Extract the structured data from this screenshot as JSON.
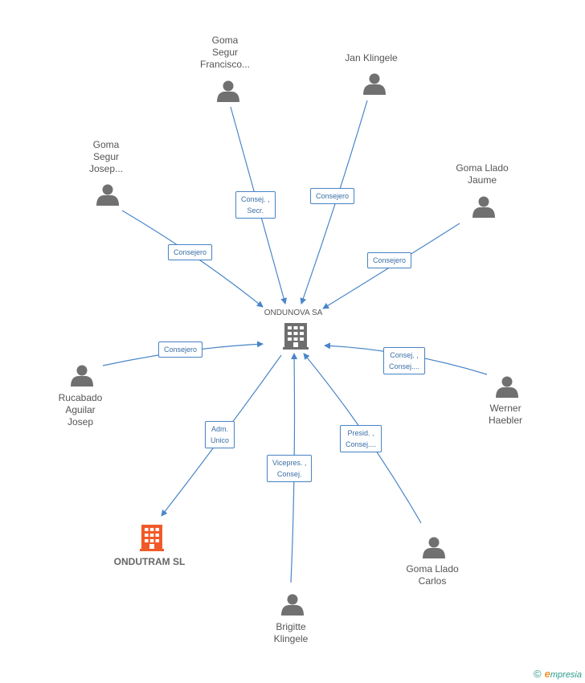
{
  "center": {
    "label": "ONDUNOVA SA"
  },
  "persons": [
    {
      "id": "p1",
      "label": "Goma\nSegur\nFrancisco..."
    },
    {
      "id": "p2",
      "label": "Jan Klingele"
    },
    {
      "id": "p3",
      "label": "Goma\nSegur\nJosep..."
    },
    {
      "id": "p4",
      "label": "Goma Llado\nJaume"
    },
    {
      "id": "p5",
      "label": "Rucabado\nAguilar\nJosep"
    },
    {
      "id": "p6",
      "label": "Werner\nHaebler"
    },
    {
      "id": "p7",
      "label": "Goma Llado\nCarlos"
    },
    {
      "id": "p8",
      "label": "Brigitte\nKlingele"
    }
  ],
  "company": {
    "label": "ONDUTRAM SL"
  },
  "edges": [
    {
      "from": "p1",
      "label": "Consej. ,\nSecr."
    },
    {
      "from": "p2",
      "label": "Consejero"
    },
    {
      "from": "p3",
      "label": "Consejero"
    },
    {
      "from": "p4",
      "label": "Consejero"
    },
    {
      "from": "p5",
      "label": "Consejero"
    },
    {
      "from": "p6",
      "label": "Consej. ,\nConsej...."
    },
    {
      "from": "p7",
      "label": "Presid. ,\nConsej...."
    },
    {
      "from": "p8",
      "label": "Vicepres. ,\nConsej."
    },
    {
      "from": "center",
      "to": "company",
      "label": "Adm.\nUnico"
    }
  ],
  "colors": {
    "edge": "#4a86c8",
    "person": "#707070",
    "center": "#6e6e6e",
    "company": "#f05a28"
  },
  "footer": {
    "copyright": "©",
    "brand_initial": "e",
    "brand_rest": "mpresia"
  }
}
